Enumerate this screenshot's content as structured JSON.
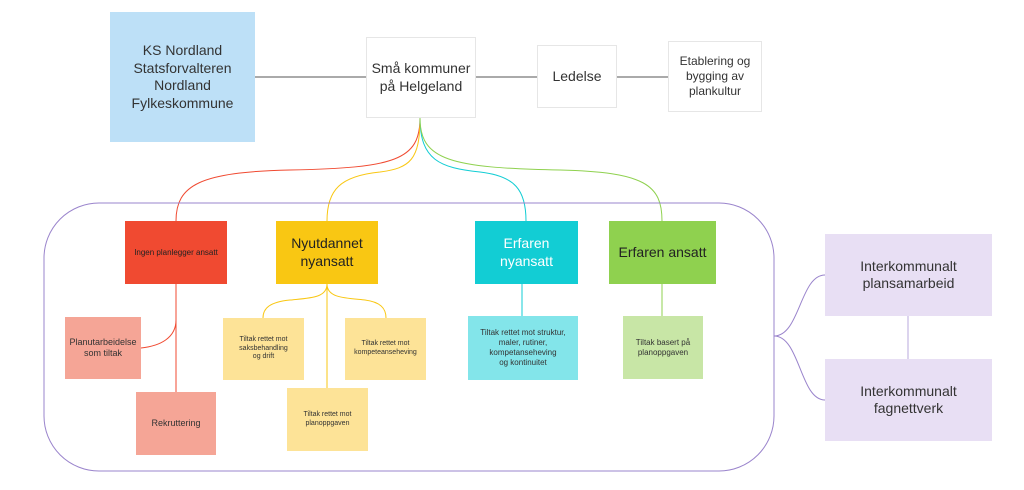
{
  "colors": {
    "top_blue": "#bde0f7",
    "red": "#f04a31",
    "yellow": "#f9c713",
    "teal": "#12cdd4",
    "green": "#8fd14f",
    "salmon": "#f5a596",
    "light_yellow": "#fde397",
    "light_teal": "#83e5ea",
    "light_green": "#c8e6a6",
    "lavender": "#e8dff4",
    "frame": "#9a84cc"
  },
  "top": {
    "ks": "KS Nordland\nStatsforvalteren\nNordland\nFylkeskommune",
    "sma": "Små kommuner\npå Helgeland",
    "ledelse": "Ledelse",
    "etablering": "Etablering og\nbygging av\nplankultur"
  },
  "categories": {
    "ingen": "Ingen planlegger ansatt",
    "nyutdannet": "Nyutdannet\nnyansatt",
    "erfaren_ny": "Erfaren\nnyansatt",
    "erfaren_ansatt": "Erfaren ansatt"
  },
  "notes": {
    "planutarbeidelse": "Planutarbeidelse\nsom tiltak",
    "rekruttering": "Rekruttering",
    "saksbehandling": "Tiltak rettet mot\nsaksbehandling\nog drift",
    "kompetanse": "Tiltak rettet mot\nkompeteanseheving",
    "planoppgaven": "Tiltak rettet mot\nplanoppgaven",
    "struktur": "Tiltak rettet mot struktur,\nmaler, rutiner,\nkompetanseheving\nog kontinuitet",
    "basert": "Tiltak basert på\nplanoppgaven"
  },
  "right": {
    "plansamarbeid": "Interkommunalt\nplansamarbeid",
    "fagnettverk": "Interkommunalt\nfagnettverk"
  }
}
